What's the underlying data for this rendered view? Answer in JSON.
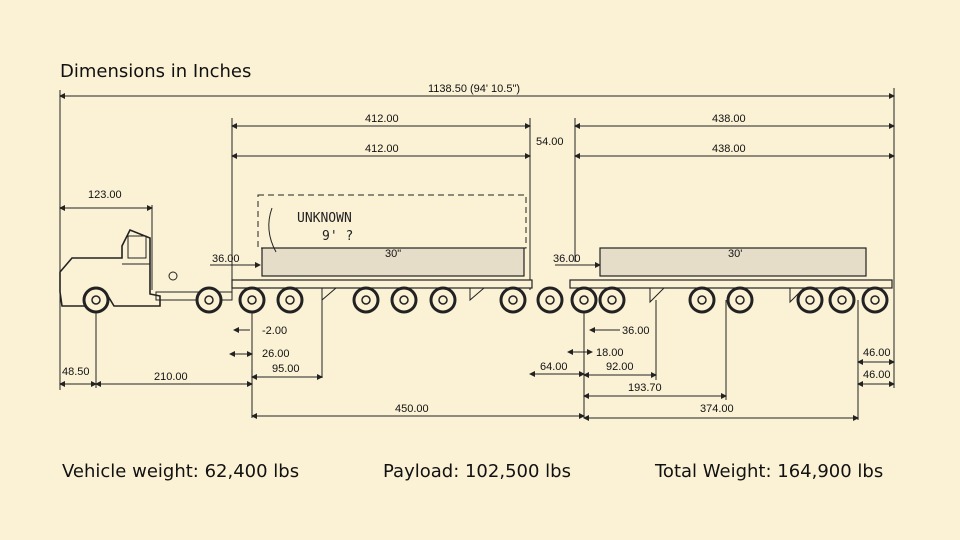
{
  "title": "Dimensions in Inches",
  "dimensions": {
    "overall": "1138.50 (94' 10.5\")",
    "trailer1_top": "412.00",
    "trailer1_deck": "412.00",
    "gap": "54.00",
    "trailer2_top": "438.00",
    "trailer2_deck": "438.00",
    "cab": "123.00",
    "overhang1": "36.00",
    "overhang2": "36.00",
    "d_minus2": "-2.00",
    "d_26": "26.00",
    "d_95": "95.00",
    "d_48_50": "48.50",
    "d_210": "210.00",
    "d_64": "64.00",
    "d_450": "450.00",
    "d_36b": "36.00",
    "d_18": "18.00",
    "d_92": "92.00",
    "d_193_70": "193.70",
    "d_374": "374.00",
    "d_46a": "46.00",
    "d_46b": "46.00"
  },
  "trailer_labels": {
    "t1": "30\"",
    "t2": "30'"
  },
  "handwritten": {
    "line1": "UNKNOWN",
    "line2": "9' ?"
  },
  "captions": {
    "vehicle_weight": "Vehicle weight: 62,400 lbs",
    "payload": "Payload: 102,500 lbs",
    "total_weight": "Total Weight: 164,900 lbs"
  },
  "colors": {
    "background": "#fbf2d6",
    "deck": "#e6ddc8",
    "ink": "#222222"
  }
}
